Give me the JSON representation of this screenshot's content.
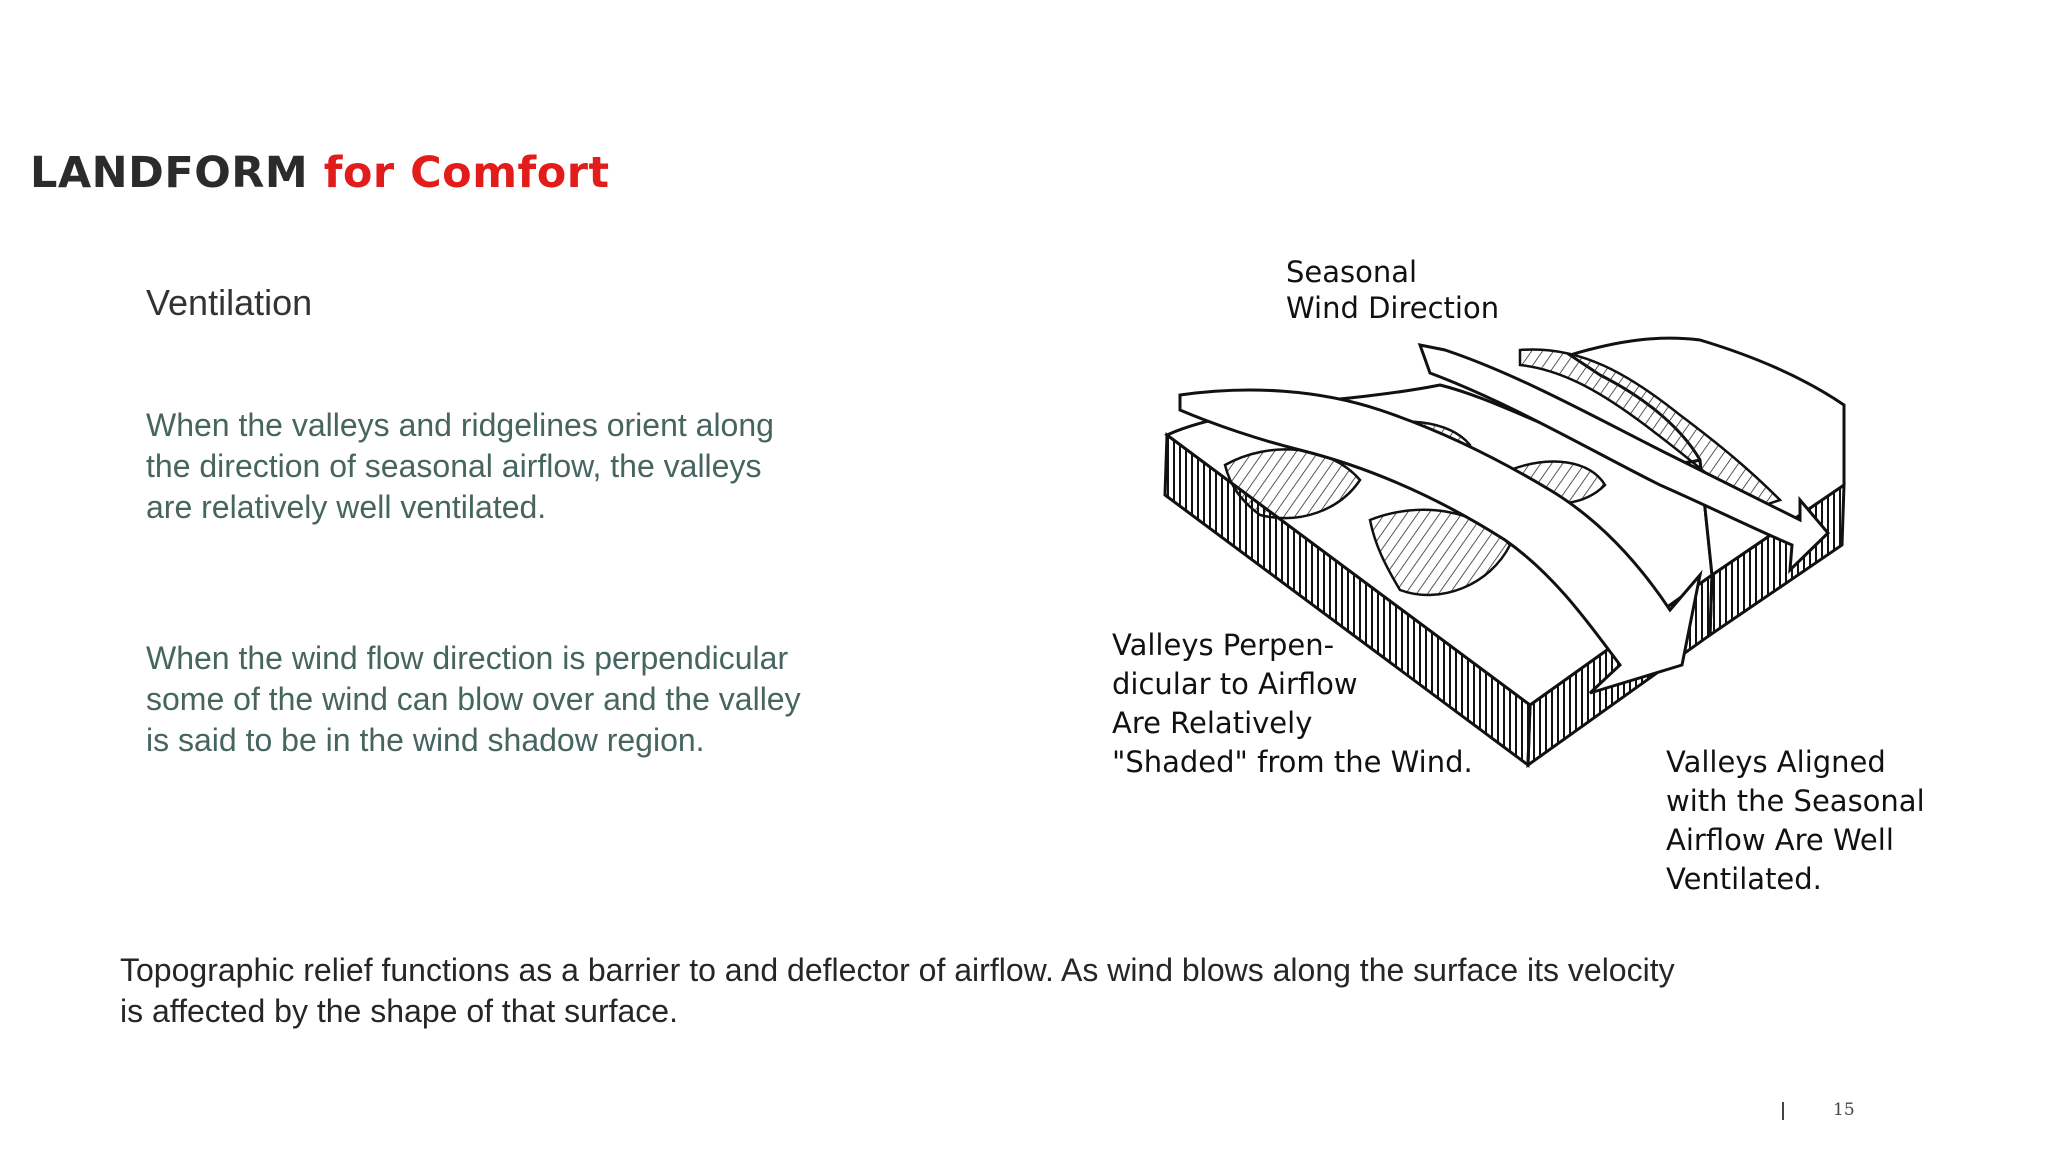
{
  "slide": {
    "title_part1": "LANDFORM",
    "title_part2": "for Comfort",
    "subheading": "Ventilation",
    "paragraph_1": "When the valleys and ridgelines orient along the direction of seasonal airflow, the valleys are relatively well ventilated.",
    "paragraph_2": "When the wind flow direction is perpendicular some of the wind can blow over and the valley is said to be in the wind shadow region.",
    "footer_text": "Topographic relief functions as a barrier to and deflector of airflow. As wind blows along the surface its velocity is affected by the shape of that surface.",
    "page_number": "15",
    "colors": {
      "title": "#2b2b2b",
      "accent": "#e21b1b",
      "body_text": "#47655f"
    }
  },
  "diagram": {
    "labels": {
      "seasonal_1": "Seasonal",
      "seasonal_2": "Wind Direction",
      "perp_1": "Valleys Perpen-",
      "perp_2": "dicular to Airflow",
      "perp_3": "Are Relatively",
      "perp_4": "\"Shaded\" from the Wind.",
      "aligned_1": "Valleys Aligned",
      "aligned_2": "with the Seasonal",
      "aligned_3": "Airflow Are Well",
      "aligned_4": "Ventilated."
    }
  }
}
